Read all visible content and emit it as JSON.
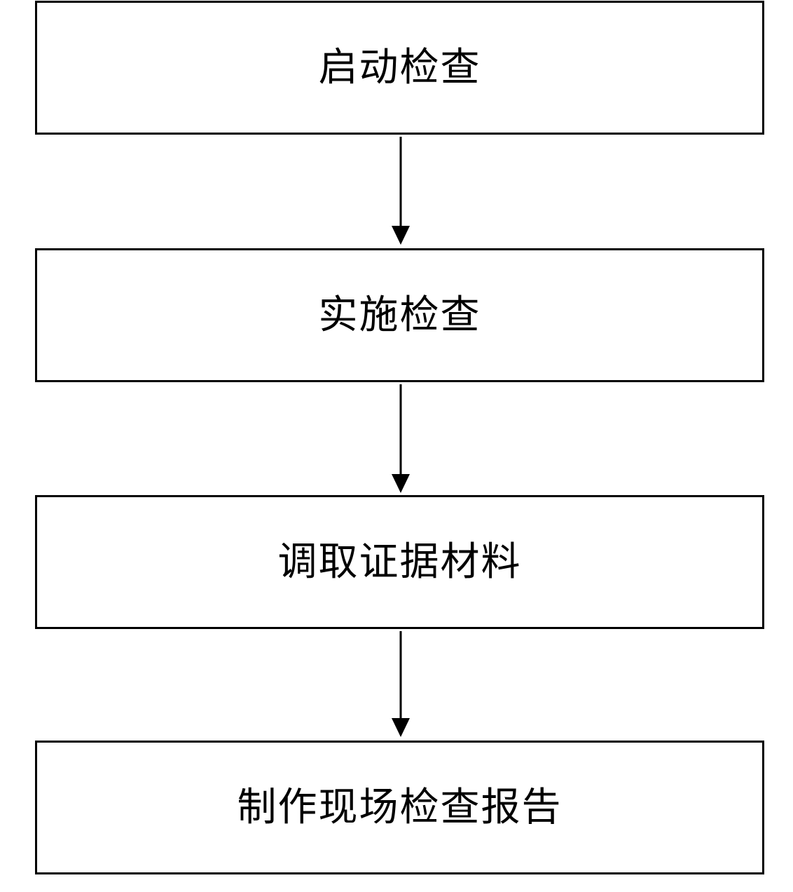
{
  "flowchart": {
    "steps": [
      {
        "label": "启动检查"
      },
      {
        "label": "实施检查"
      },
      {
        "label": "调取证据材料"
      },
      {
        "label": "制作现场检查报告"
      }
    ],
    "colors": {
      "line": "#000000",
      "box_border": "#000000",
      "background": "#ffffff"
    }
  }
}
